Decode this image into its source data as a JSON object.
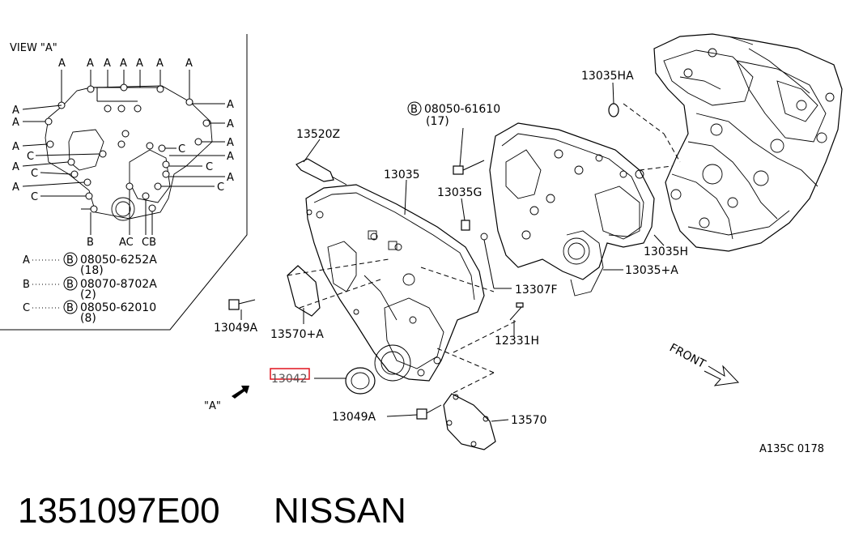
{
  "view_a": {
    "title": "VIEW \"A\"",
    "top_letters": [
      "A",
      "A",
      "A",
      "A",
      "A",
      "A",
      "A"
    ],
    "left_letters": [
      "A",
      "A",
      "A",
      "C",
      "A",
      "C",
      "A",
      "C"
    ],
    "right_letters": [
      "A",
      "A",
      "A",
      "C",
      "A",
      "C",
      "A",
      "C"
    ],
    "bottom_letters": [
      "B",
      "AC",
      "CB"
    ],
    "legend": [
      {
        "key": "A",
        "circle": "B",
        "part": "08050-6252A",
        "qty": "(18)"
      },
      {
        "key": "B",
        "circle": "B",
        "part": "08070-8702A",
        "qty": "(2)"
      },
      {
        "key": "C",
        "circle": "B",
        "part": "08050-62010",
        "qty": "(8)"
      }
    ]
  },
  "callouts": {
    "c13035HA": "13035HA",
    "c08050_61610": "08050-61610",
    "c08050_61610_circle": "B",
    "c08050_61610_qty": "(17)",
    "c13520Z": "13520Z",
    "c13035": "13035",
    "c13035G": "13035G",
    "c13035H": "13035H",
    "c13035A": "13035+A",
    "c13307F": "13307F",
    "c12331H": "12331H",
    "c13049A_1": "13049A",
    "c13570A": "13570+A",
    "c13042": "13042",
    "c13049A_2": "13049A",
    "c13570": "13570",
    "view_a_arrow": "\"A\"",
    "front": "FRONT",
    "figure_code": "A135C 0178"
  },
  "part_number": "1351097E00",
  "brand": "NISSAN",
  "highlight_color": "#e0141e"
}
